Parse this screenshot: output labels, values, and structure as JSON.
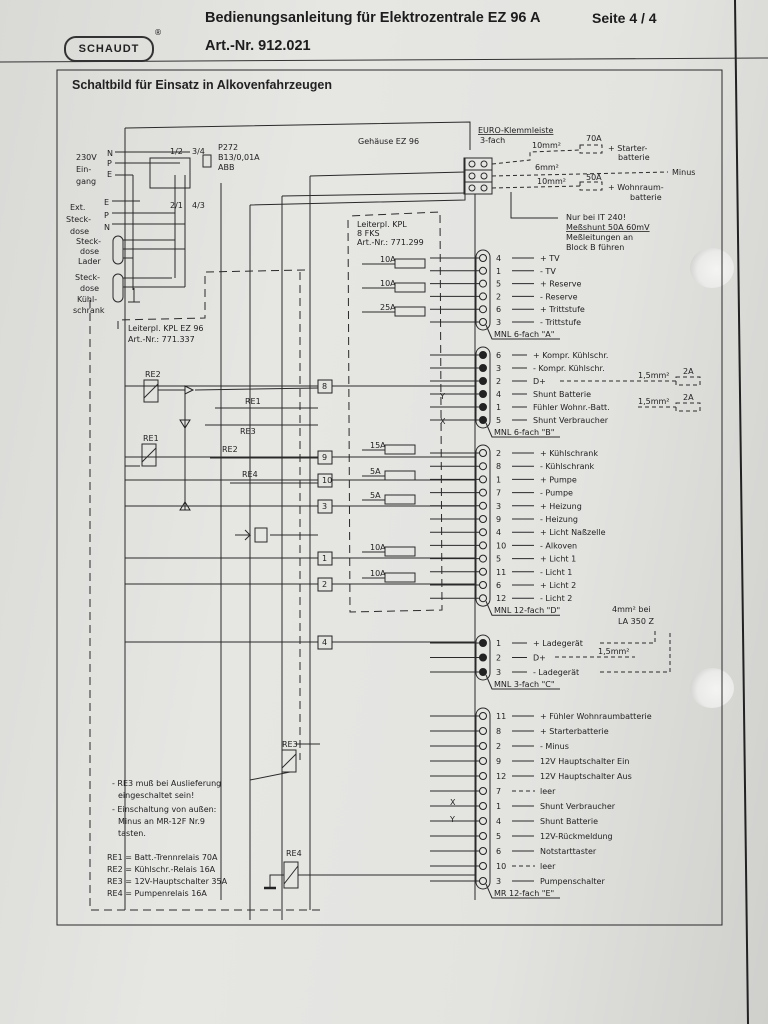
{
  "header": {
    "logo": "SCHAUDT",
    "logo_mark": "®",
    "title": "Bedienungsanleitung für Elektrozentrale EZ 96 A",
    "art_nr": "Art.-Nr. 912.021",
    "page": "Seite 4 / 4"
  },
  "heading": "Schaltbild für Einsatz in Alkovenfahrzeugen",
  "inputs": {
    "mains": {
      "label": [
        "230V",
        "Ein-",
        "gang"
      ],
      "pins": [
        "N",
        "P",
        "E"
      ]
    },
    "ext_socket": {
      "label": [
        "Ext.",
        "Steck-",
        "dose"
      ],
      "pins": [
        "E",
        "P",
        "N"
      ]
    },
    "charger_socket": [
      "Steck-",
      "dose",
      "Lader"
    ],
    "fridge_socket": [
      "Steck-",
      "dose",
      "Kühl-",
      "schrank"
    ]
  },
  "breaker": {
    "lines": [
      "P272",
      "B13/0,01A",
      "ABB"
    ],
    "terminals": [
      "1/2",
      "3/4",
      "2/1",
      "4/3"
    ]
  },
  "housing_label": "Gehäuse EZ 96",
  "board_fks": {
    "lines": [
      "Leiterpl. KPL",
      "8 FKS",
      "Art.-Nr.: 771.299"
    ]
  },
  "board_ez96": {
    "lines": [
      "Leiterpl. KPL EZ 96",
      "Art.-Nr.: 771.337"
    ]
  },
  "euro_terminal": {
    "title": [
      "EURO-Klemmleiste",
      "3-fach"
    ],
    "wires": [
      {
        "cross_section": "10mm²",
        "fuse": "70A",
        "target": [
          "+ Starter-",
          "batterie"
        ]
      },
      {
        "cross_section": "6mm²",
        "fuse": "",
        "target": [
          "Minus"
        ]
      },
      {
        "cross_section": "10mm²",
        "fuse": "50A",
        "target": [
          "+ Wohnraum-",
          "batterie"
        ]
      }
    ],
    "note": [
      "Nur bei IT 240!",
      "Meßshunt 50A 60mV",
      "Meßleitungen an",
      "Block B führen"
    ]
  },
  "fuses": [
    "10A",
    "10A",
    "25A",
    "15A",
    "5A",
    "5A",
    "10A",
    "10A"
  ],
  "internal_terminals": [
    "8",
    "9",
    "10",
    "3",
    "1",
    "2",
    "4"
  ],
  "relays": [
    "RE1",
    "RE2",
    "RE3",
    "RE4"
  ],
  "contact_labels": [
    "RE1",
    "RE3",
    "RE2",
    "RE4"
  ],
  "xy_labels": [
    "Y",
    "X",
    "X",
    "Y"
  ],
  "connectors": [
    {
      "caption": "MNL 6-fach \"A\"",
      "type": "open",
      "rows": [
        {
          "pin": "4",
          "label": "+ TV"
        },
        {
          "pin": "1",
          "label": "- TV"
        },
        {
          "pin": "5",
          "label": "+ Reserve"
        },
        {
          "pin": "2",
          "label": "- Reserve"
        },
        {
          "pin": "6",
          "label": "+ Trittstufe"
        },
        {
          "pin": "3",
          "label": "- Trittstufe"
        }
      ]
    },
    {
      "caption": "MNL 6-fach \"B\"",
      "type": "filled",
      "rows": [
        {
          "pin": "6",
          "label": "+ Kompr. Kühlschr."
        },
        {
          "pin": "3",
          "label": "- Kompr. Kühlschr."
        },
        {
          "pin": "2",
          "label": "D+"
        },
        {
          "pin": "4",
          "label": "Shunt Batterie"
        },
        {
          "pin": "1",
          "label": "Fühler Wohnr.-Batt."
        },
        {
          "pin": "5",
          "label": "Shunt Verbraucher"
        }
      ],
      "extras": [
        {
          "cross_section": "1,5mm²",
          "fuse": "2A"
        },
        {
          "cross_section": "1,5mm²",
          "fuse": "2A"
        }
      ]
    },
    {
      "caption": "MNL 12-fach \"D\"",
      "type": "open",
      "rows": [
        {
          "pin": "2",
          "label": "+ Kühlschrank"
        },
        {
          "pin": "8",
          "label": "- Kühlschrank"
        },
        {
          "pin": "1",
          "label": "+ Pumpe"
        },
        {
          "pin": "7",
          "label": "- Pumpe"
        },
        {
          "pin": "3",
          "label": "+ Heizung"
        },
        {
          "pin": "9",
          "label": "- Heizung"
        },
        {
          "pin": "4",
          "label": "+ Licht Naßzelle"
        },
        {
          "pin": "10",
          "label": "- Alkoven"
        },
        {
          "pin": "5",
          "label": "+ Licht 1"
        },
        {
          "pin": "11",
          "label": "- Licht 1"
        },
        {
          "pin": "6",
          "label": "+ Licht 2"
        },
        {
          "pin": "12",
          "label": "- Licht 2"
        }
      ]
    },
    {
      "caption": "MNL 3-fach \"C\"",
      "type": "filled",
      "rows": [
        {
          "pin": "1",
          "label": "+ Ladegerät"
        },
        {
          "pin": "2",
          "label": "D+"
        },
        {
          "pin": "3",
          "label": "- Ladegerät"
        }
      ],
      "note": [
        "4mm² bei",
        "LA 350 Z"
      ],
      "cross_section": "1,5mm²"
    },
    {
      "caption": "MR 12-fach \"E\"",
      "type": "open",
      "rows": [
        {
          "pin": "11",
          "label": "+ Fühler Wohnraumbatterie"
        },
        {
          "pin": "8",
          "label": "+ Starterbatterie"
        },
        {
          "pin": "2",
          "label": "- Minus"
        },
        {
          "pin": "9",
          "label": "12V Hauptschalter Ein"
        },
        {
          "pin": "12",
          "label": "12V Hauptschalter Aus"
        },
        {
          "pin": "7",
          "label": "leer"
        },
        {
          "pin": "1",
          "label": "Shunt Verbraucher"
        },
        {
          "pin": "4",
          "label": "Shunt Batterie"
        },
        {
          "pin": "5",
          "label": "12V-Rückmeldung"
        },
        {
          "pin": "6",
          "label": "Notstarttaster"
        },
        {
          "pin": "10",
          "label": "leer"
        },
        {
          "pin": "3",
          "label": "Pumpenschalter"
        }
      ]
    }
  ],
  "notes": [
    "- RE3 muß bei Auslieferung",
    "  eingeschaltet sein!",
    "- Einschaltung von außen:",
    "  Minus an MR-12F Nr.9",
    "  tasten."
  ],
  "legend": [
    "RE1 = Batt.-Trennrelais 70A",
    "RE2 = Kühlschr.-Relais 16A",
    "RE3 = 12V-Hauptschalter 35A",
    "RE4 = Pumpenrelais 16A"
  ]
}
